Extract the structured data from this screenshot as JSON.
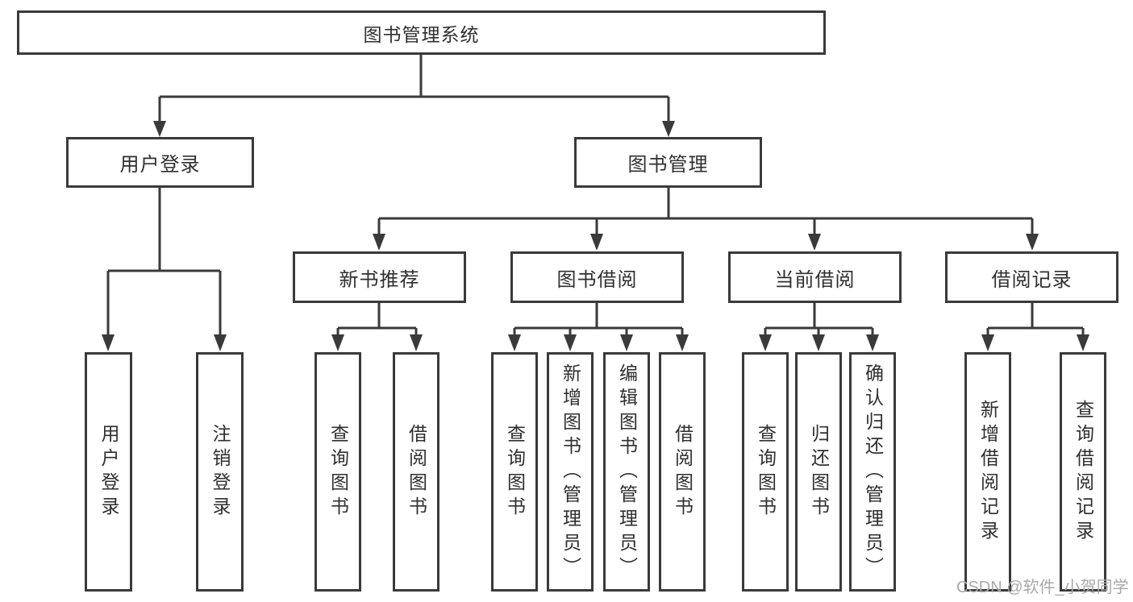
{
  "colors": {
    "line": "#3a3a3a",
    "text": "#2f2f2f",
    "box_bg": "#ffffff",
    "canvas_bg": "#ffffff",
    "watermark": "#a9a9a9"
  },
  "tree": {
    "root": {
      "label": "图书管理系统"
    },
    "branches": [
      {
        "label": "用户登录",
        "children": [
          {
            "label": "用户登录"
          },
          {
            "label": "注销登录"
          }
        ]
      },
      {
        "label": "图书管理",
        "children": [
          {
            "label": "新书推荐",
            "children": [
              {
                "label": "查询图书"
              },
              {
                "label": "借阅图书"
              }
            ]
          },
          {
            "label": "图书借阅",
            "children": [
              {
                "label": "查询图书"
              },
              {
                "label": "新增图书（管理员）"
              },
              {
                "label": "编辑图书（管理员）"
              },
              {
                "label": "借阅图书"
              }
            ]
          },
          {
            "label": "当前借阅",
            "children": [
              {
                "label": "查询图书"
              },
              {
                "label": "归还图书"
              },
              {
                "label": "确认归还（管理员）"
              }
            ]
          },
          {
            "label": "借阅记录",
            "children": [
              {
                "label": "新增借阅记录"
              },
              {
                "label": "查询借阅记录"
              }
            ]
          }
        ]
      }
    ]
  },
  "watermark": {
    "text": "CSDN @软件_小贺同学"
  }
}
